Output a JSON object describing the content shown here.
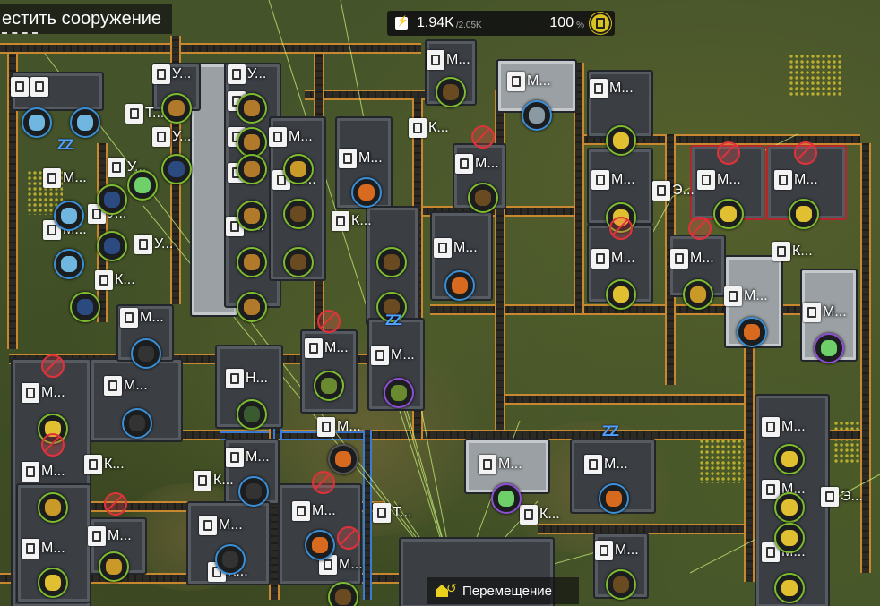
{
  "hud": {
    "power_value": "1.94K",
    "power_capacity": "/2.05K",
    "efficiency": "100",
    "efficiency_unit": "%",
    "power_icon": "bolt-icon",
    "coin_icon": "credits-icon"
  },
  "banner": {
    "text": "естить сооружение"
  },
  "footer": {
    "move_label": "Перемещение",
    "move_icon": "move-house-icon"
  },
  "labels": {
    "m": "М...",
    "u": "У...",
    "k": "К...",
    "t": "Т...",
    "n": "Н...",
    "e": "Э..."
  },
  "colors": {
    "belt_orange": "#c8882f",
    "pipe_blue": "#3a7bd5",
    "status_ok": "#7dbb2f",
    "status_blue": "#3b8fd6",
    "status_purple": "#8e4fd4",
    "status_error": "#e0323a",
    "sleep_blue": "#4da3ff",
    "credits_yellow": "#d8c21d"
  }
}
